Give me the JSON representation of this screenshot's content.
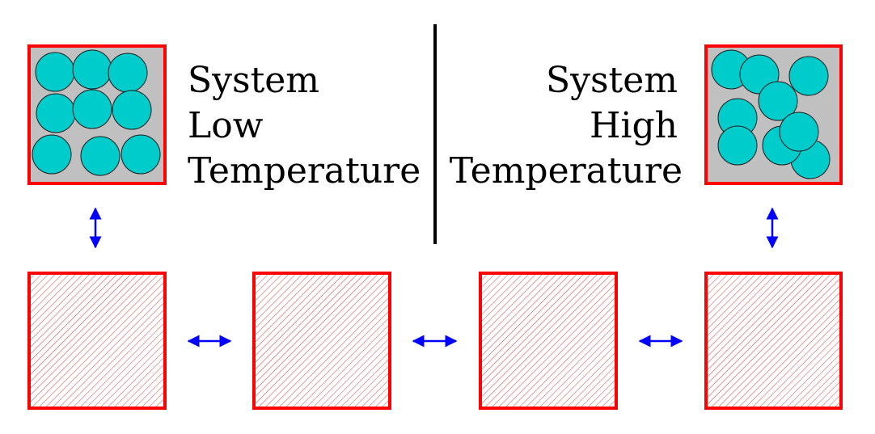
{
  "left_system": {
    "label_lines": [
      "System",
      "Low",
      "Temperature"
    ]
  },
  "right_system": {
    "label_lines": [
      "System",
      "High",
      "Temperature"
    ]
  },
  "colors": {
    "box_border": "#ff0000",
    "box_fill": "#c0c0c0",
    "particle_fill": "#00cccc",
    "particle_stroke": "#1a1a1a",
    "hatch": "#e04040",
    "arrow": "#0000ff",
    "divider": "#000000"
  },
  "reservoir_count": 4
}
